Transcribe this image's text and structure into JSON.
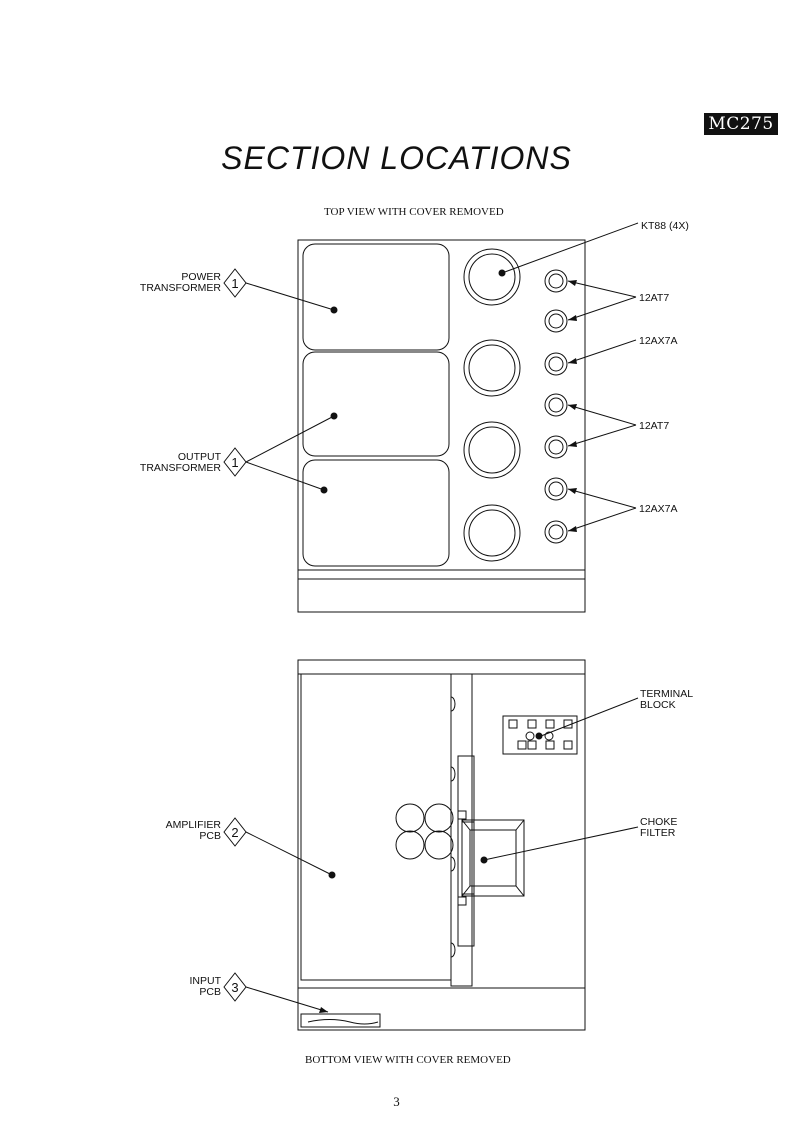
{
  "header": {
    "model_badge": "MC275",
    "title": "SECTION LOCATIONS"
  },
  "top_view": {
    "caption": "TOP VIEW WITH COVER REMOVED",
    "labels": {
      "power": [
        "POWER",
        "TRANSFORMER"
      ],
      "output": [
        "OUTPUT",
        "TRANSFORMER"
      ],
      "kt88": "KT88  (4X)",
      "tube_12at7_a": "12AT7",
      "tube_12ax7a_a": "12AX7A",
      "tube_12at7_b": "12AT7",
      "tube_12ax7a_b": "12AX7A"
    },
    "markers": {
      "power": "1",
      "output": "1"
    }
  },
  "bottom_view": {
    "caption": "BOTTOM VIEW WITH COVER REMOVED",
    "labels": {
      "terminal": [
        "TERMINAL",
        "BLOCK"
      ],
      "choke": [
        "CHOKE",
        "FILTER"
      ],
      "amplifier": [
        "AMPLIFIER",
        "PCB"
      ],
      "input": [
        "INPUT",
        "PCB"
      ]
    },
    "markers": {
      "amplifier": "2",
      "input": "3"
    }
  },
  "footer": {
    "page_number": "3"
  }
}
